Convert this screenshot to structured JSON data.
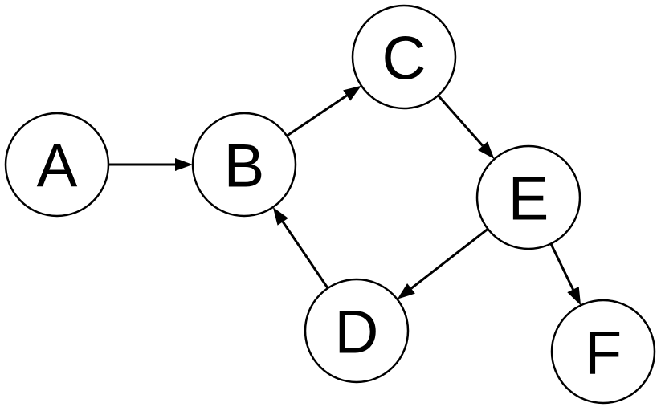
{
  "graph": {
    "nodes": [
      {
        "id": "A",
        "label": "A"
      },
      {
        "id": "B",
        "label": "B"
      },
      {
        "id": "C",
        "label": "C"
      },
      {
        "id": "D",
        "label": "D"
      },
      {
        "id": "E",
        "label": "E"
      },
      {
        "id": "F",
        "label": "F"
      }
    ],
    "edges": [
      {
        "from": "A",
        "to": "B"
      },
      {
        "from": "B",
        "to": "C"
      },
      {
        "from": "C",
        "to": "E"
      },
      {
        "from": "E",
        "to": "D"
      },
      {
        "from": "E",
        "to": "F"
      },
      {
        "from": "D",
        "to": "B"
      }
    ],
    "colors": {
      "stroke": "#000000",
      "fill": "#ffffff"
    }
  }
}
